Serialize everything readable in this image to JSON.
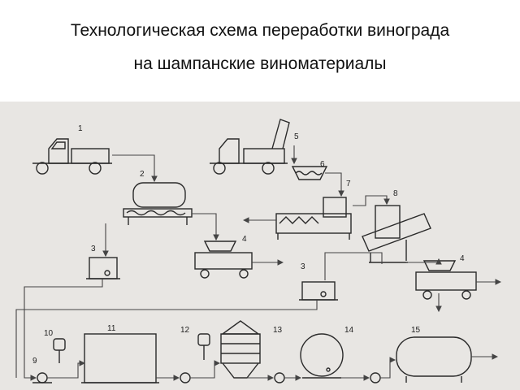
{
  "title": {
    "line1": "Технологическая схема переработки винограда",
    "line2": "на шампанские виноматериалы"
  },
  "labels": {
    "n1": "1",
    "n2": "2",
    "n3a": "3",
    "n3b": "3",
    "n4a": "4",
    "n4b": "4",
    "n5": "5",
    "n6": "6",
    "n7": "7",
    "n8": "8",
    "n9": "9",
    "n10": "10",
    "n11": "11",
    "n12": "12",
    "n13": "13",
    "n14": "14",
    "n15": "15"
  },
  "colors": {
    "background": "#e8e6e3",
    "ink": "#2a2a2a",
    "title": "#111111"
  }
}
